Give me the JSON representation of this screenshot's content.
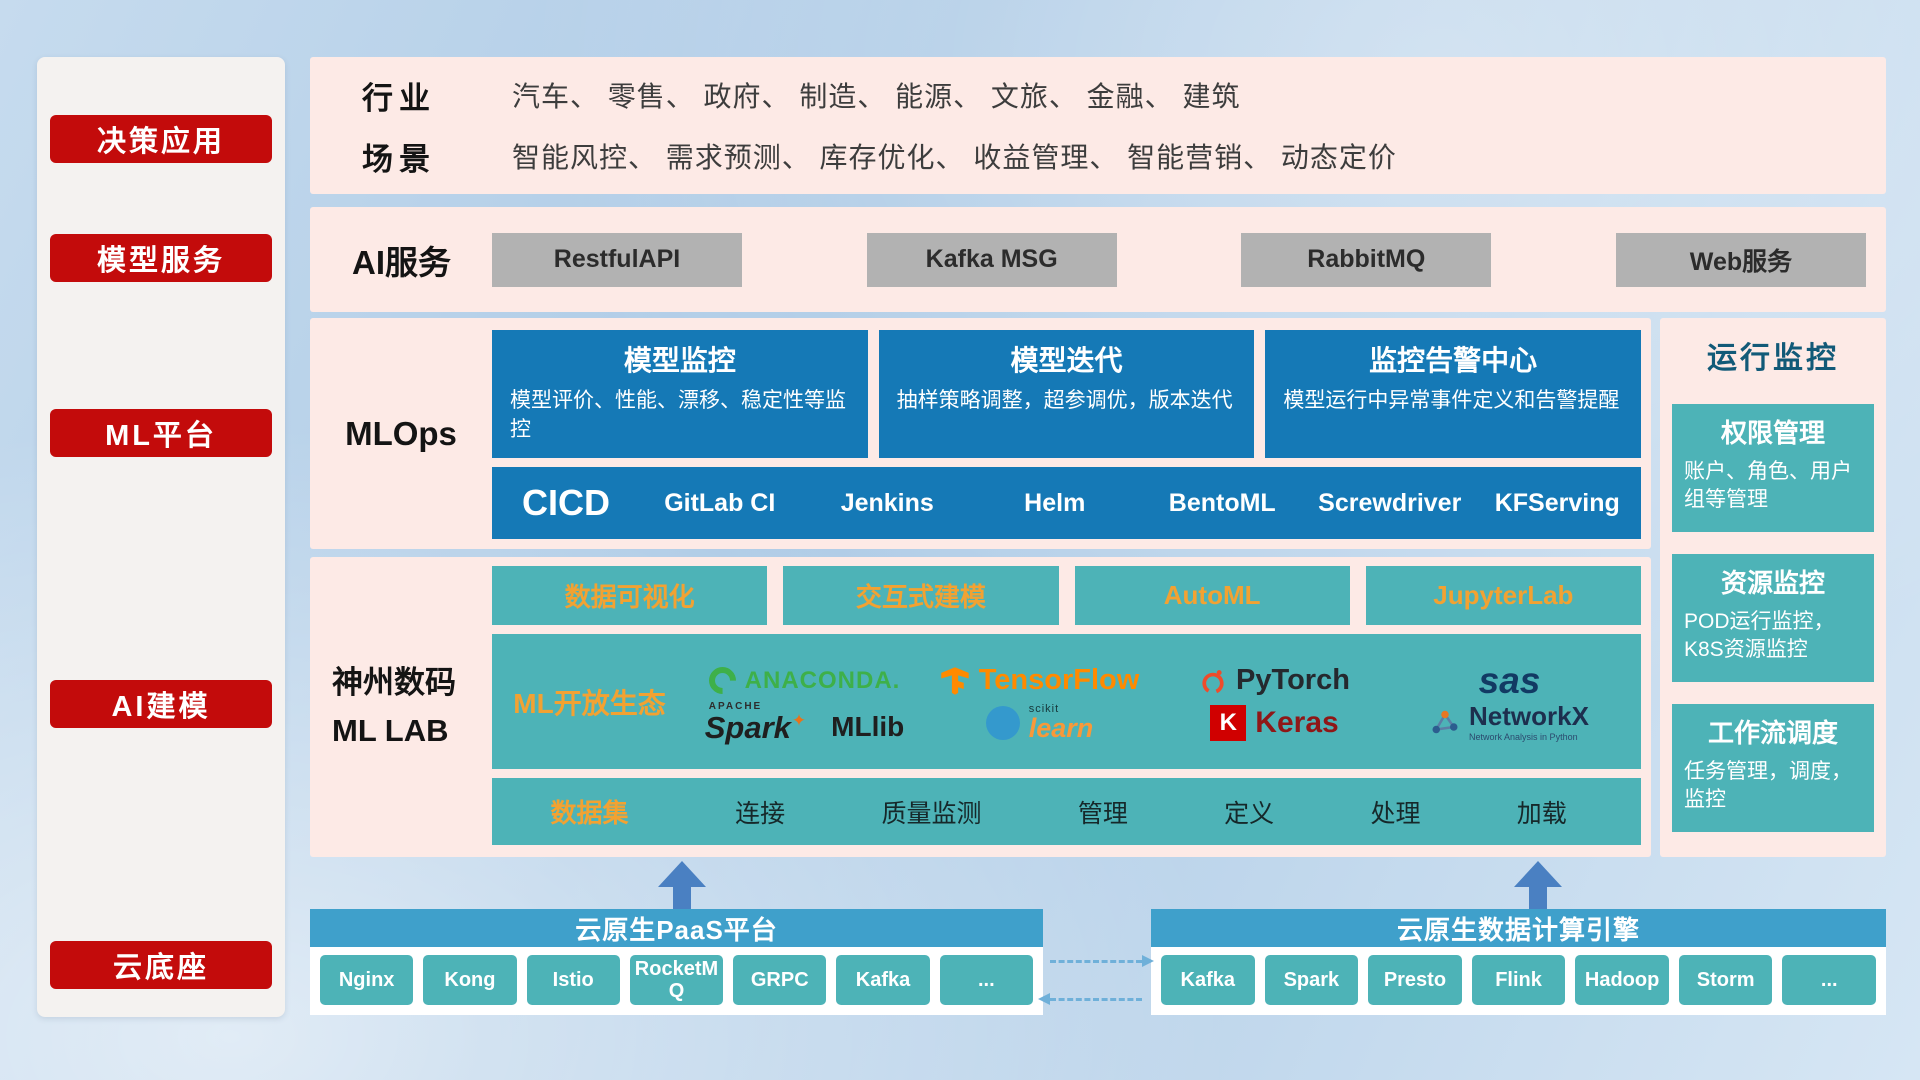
{
  "sidebar": {
    "items": [
      {
        "label": "决策应用"
      },
      {
        "label": "模型服务"
      },
      {
        "label": "ML平台"
      },
      {
        "label": "AI建模"
      },
      {
        "label": "云底座"
      }
    ]
  },
  "industry": {
    "rows": [
      {
        "label": "行业",
        "text": "汽车、 零售、 政府、 制造、 能源、 文旅、 金融、 建筑"
      },
      {
        "label": "场景",
        "text": "智能风控、 需求预测、 库存优化、 收益管理、 智能营销、 动态定价"
      }
    ]
  },
  "ai_service": {
    "label": "AI服务",
    "buttons": [
      {
        "label": "RestfulAPI"
      },
      {
        "label": "Kafka MSG"
      },
      {
        "label": "RabbitMQ"
      },
      {
        "label": "Web服务"
      }
    ]
  },
  "mlops": {
    "label": "MLOps",
    "cards": [
      {
        "title": "模型监控",
        "desc": "模型评价、性能、漂移、稳定性等监控"
      },
      {
        "title": "模型迭代",
        "desc": "抽样策略调整，超参调优，版本迭代"
      },
      {
        "title": "监控告警中心",
        "desc": "模型运行中异常事件定义和告警提醒"
      }
    ],
    "cicd_label": "CICD",
    "cicd_items": [
      {
        "label": "GitLab CI"
      },
      {
        "label": "Jenkins"
      },
      {
        "label": "Helm"
      },
      {
        "label": "BentoML"
      },
      {
        "label": "Screwdriver"
      },
      {
        "label": "KFServing"
      }
    ]
  },
  "mllab": {
    "label_line1": "神州数码",
    "label_line2": "ML LAB",
    "tools": [
      {
        "label": "数据可视化"
      },
      {
        "label": "交互式建模"
      },
      {
        "label": "AutoML"
      },
      {
        "label": "JupyterLab"
      }
    ],
    "ecosystem_label": "ML开放生态",
    "logos": {
      "anaconda": "ANACONDA.",
      "tensorflow": "TensorFlow",
      "pytorch": "PyTorch",
      "sas": "sas",
      "spark_small": "APACHE",
      "spark": "Spark",
      "spark_star": "✦",
      "mllib": "MLlib",
      "sklearn_small": "scikit",
      "sklearn": "learn",
      "keras_k": "K",
      "keras": "Keras",
      "networkx": "NetworkX",
      "networkx_sub": "Network Analysis in Python"
    },
    "dataset_label": "数据集",
    "dataset_items": [
      {
        "label": "连接"
      },
      {
        "label": "质量监测"
      },
      {
        "label": "管理"
      },
      {
        "label": "定义"
      },
      {
        "label": "处理"
      },
      {
        "label": "加载"
      }
    ]
  },
  "monitor": {
    "title": "运行监控",
    "cards": [
      {
        "title": "权限管理",
        "desc": "账户、角色、用户组等管理"
      },
      {
        "title": "资源监控",
        "desc": "POD运行监控，K8S资源监控"
      },
      {
        "title": "工作流调度",
        "desc": "任务管理，调度，监控"
      }
    ]
  },
  "foundation": {
    "left": {
      "title": "云原生PaaS平台",
      "items": [
        {
          "label": "Nginx"
        },
        {
          "label": "Kong"
        },
        {
          "label": "Istio"
        },
        {
          "label": "RocketMQ"
        },
        {
          "label": "GRPC"
        },
        {
          "label": "Kafka"
        },
        {
          "label": "..."
        }
      ]
    },
    "right": {
      "title": "云原生数据计算引擎",
      "items": [
        {
          "label": "Kafka"
        },
        {
          "label": "Spark"
        },
        {
          "label": "Presto"
        },
        {
          "label": "Flink"
        },
        {
          "label": "Hadoop"
        },
        {
          "label": "Storm"
        },
        {
          "label": "..."
        }
      ]
    }
  },
  "colors": {
    "accent_red": "#c30b0b",
    "card_blue": "#1579b6",
    "teal": "#4db3b7",
    "header_blue": "#3fa0cb",
    "band_pink": "#fdeae6",
    "orange_text": "#f2a232"
  }
}
